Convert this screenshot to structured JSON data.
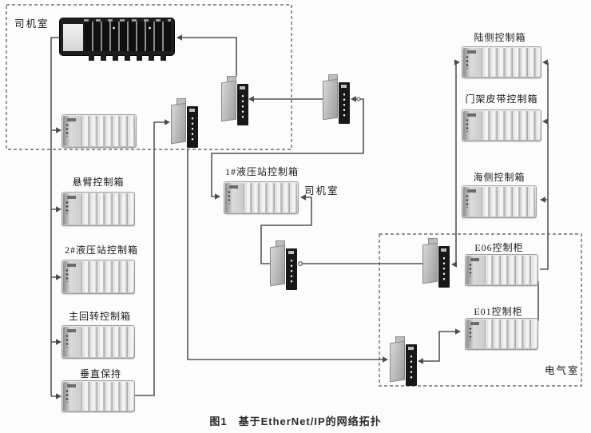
{
  "figure": {
    "caption_prefix": "图1",
    "caption_title": "基于EtherNet/IP的网络拓扑"
  },
  "rooms": {
    "driver_cab": "司机室",
    "driver_cab_inline": "司机室",
    "electrical_room": "电气室"
  },
  "racks": {
    "boom": "悬臂控制箱",
    "hyd2": "2#液压站控制箱",
    "slew": "主回转控制箱",
    "vert": "垂直保持",
    "hyd1": "1#液压站控制箱",
    "land": "陆侧控制箱",
    "gantry": "门架皮带控制箱",
    "sea": "海侧控制箱",
    "e06": "E06控制柜",
    "e01": "E01控制柜"
  },
  "icons": {
    "large_rack": "controllogix-plc-rack",
    "small_rack": "compactlogix-plc-rack",
    "switch": "din-rail-ethernet-switch"
  },
  "colors": {
    "line": "#555555",
    "dashed_box": "#6e6e6e",
    "label_text": "#1a1a1a",
    "caption_text": "#2b2b2b",
    "rack_dark": "#1d1d1d",
    "switch_panel": "#181818"
  }
}
